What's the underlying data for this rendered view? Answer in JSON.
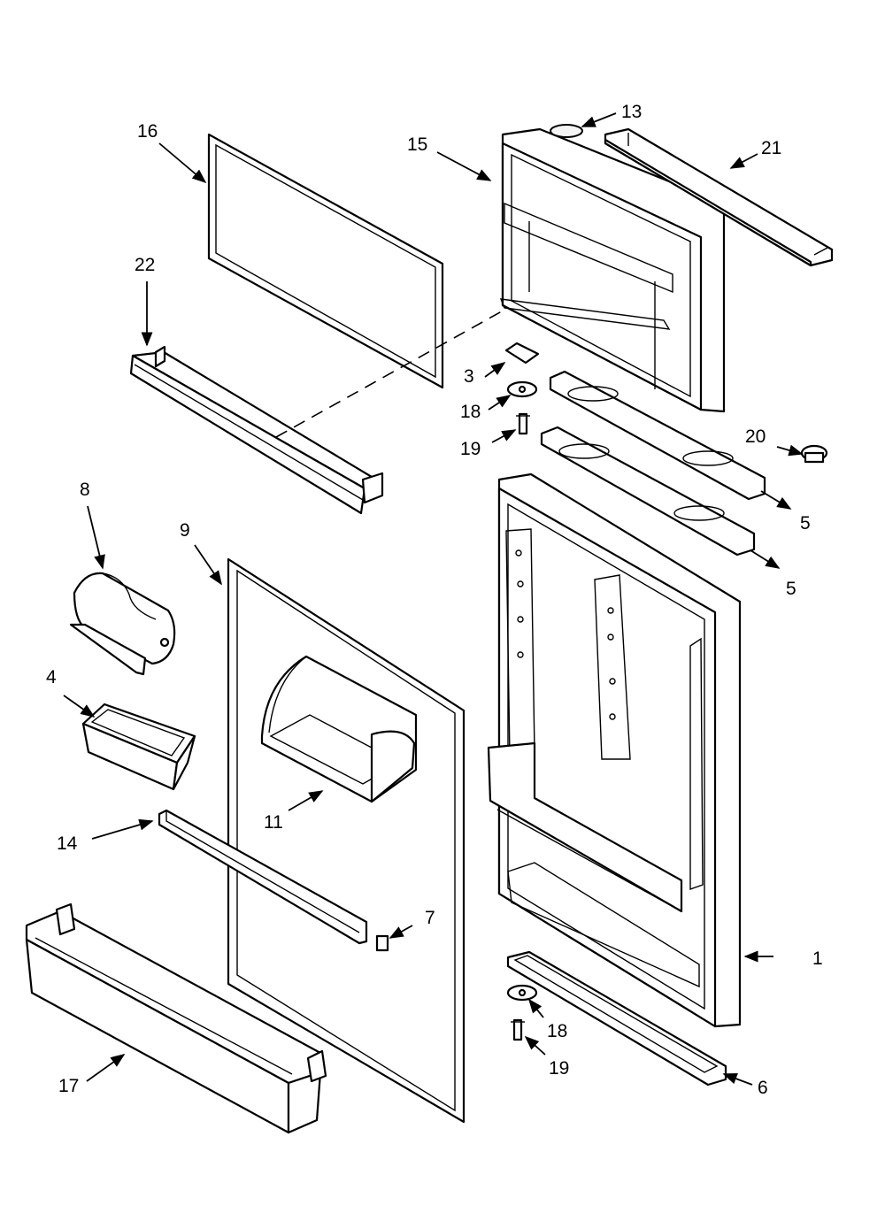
{
  "diagram": {
    "callouts": {
      "c1": "1",
      "c3": "3",
      "c4": "4",
      "c5a": "5",
      "c5b": "5",
      "c6": "6",
      "c7": "7",
      "c8": "8",
      "c9": "9",
      "c11": "11",
      "c13": "13",
      "c14": "14",
      "c15": "15",
      "c16": "16",
      "c17": "17",
      "c18a": "18",
      "c18b": "18",
      "c19a": "19",
      "c19b": "19",
      "c20": "20",
      "c21": "21",
      "c22": "22"
    },
    "line_color": "#000000",
    "background_color": "#ffffff"
  }
}
